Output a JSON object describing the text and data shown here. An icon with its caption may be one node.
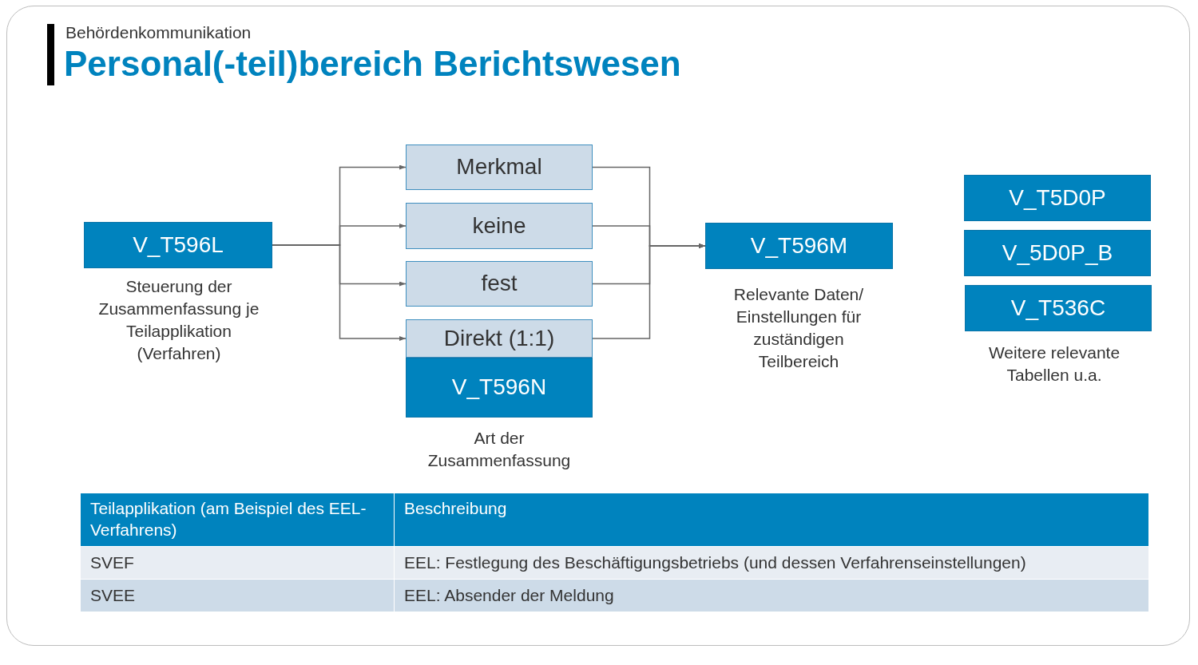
{
  "diagram": {
    "title": "Personal(-teil)bereich Berichtswesen",
    "nodes": [
      {
        "text": [
          "V_T596L"
        ],
        "beside": [
          "Steuerung der Zusammenfassung je Teilapplikation (Verfahren)"
        ]
      },
      {
        "text": [
          "Merkmal"
        ]
      },
      {
        "text": [
          "keine"
        ]
      },
      {
        "text": [
          "fest"
        ]
      },
      {
        "text": [
          "Direkt (1:1)"
        ]
      },
      {
        "text": [
          "V_T596N"
        ],
        "beside": [
          "Art der Zusammenfassung"
        ]
      },
      {
        "text": [
          "V_T596M"
        ],
        "beside": [
          "Relevante Daten/ Einstellungen für zuständigen Teilbereich"
        ]
      },
      {
        "text": [
          "V_T5D0P"
        ]
      },
      {
        "text": [
          "V_5D0P_B"
        ]
      },
      {
        "text": [
          "V_T536C"
        ]
      }
    ],
    "edges": [
      {
        "from": 0,
        "to": 1,
        "arrow": "to"
      },
      {
        "from": 0,
        "to": 2,
        "arrow": "to"
      },
      {
        "from": 0,
        "to": 3,
        "arrow": "to"
      },
      {
        "from": 0,
        "to": 4,
        "arrow": "to"
      },
      {
        "from": 1,
        "to": 6,
        "arrow": "to"
      },
      {
        "from": 2,
        "to": 6,
        "arrow": "to"
      },
      {
        "from": 3,
        "to": 6,
        "arrow": "to"
      },
      {
        "from": 4,
        "to": 6,
        "arrow": "to"
      }
    ],
    "labels": [
      "Behördenkommunikation",
      "Weitere relevante Tabellen u.a.",
      "Teilapplikation (am Beispiel des EEL-Verfahrens)",
      "Beschreibung",
      "SVEF",
      "EEL: Festlegung des Beschäftigungsbetriebs (und dessen Verfahrenseinstellungen)",
      "SVEE",
      "EEL: Absender der Meldung"
    ]
  }
}
